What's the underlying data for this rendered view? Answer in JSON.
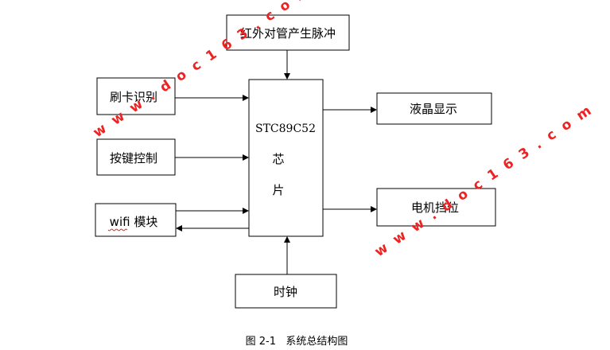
{
  "diagram": {
    "top_box": "红外对管产生脉冲",
    "left_boxes": [
      "刷卡识别",
      "按键控制",
      "wifi 模块"
    ],
    "center_box": {
      "line1": "STC89C52",
      "line2": "芯",
      "line3": "片"
    },
    "right_boxes": [
      "液晶显示",
      "电机挡位"
    ],
    "bottom_box": "时钟"
  },
  "caption": "图 2-1   系统总结构图",
  "watermarks": [
    "w w w . d o c 1 6 3 . c o m",
    "w w w . d o c 1 6 3 . c o m"
  ],
  "colors": {
    "line": "#000000",
    "watermark": "#ee2222",
    "wifi_underline": "#cc0000"
  }
}
